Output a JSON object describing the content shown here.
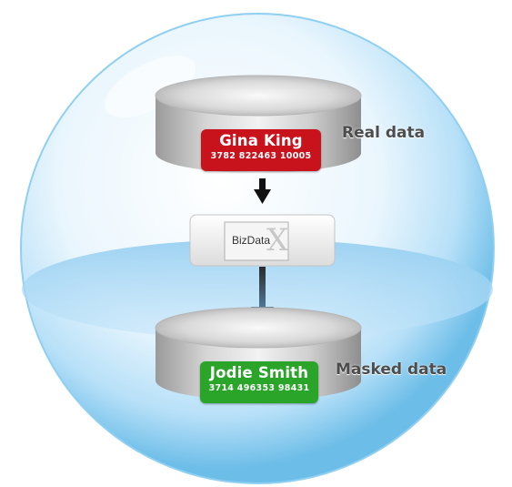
{
  "diagram": {
    "captions": {
      "real": "Real data",
      "masked": "Masked data"
    },
    "real_record": {
      "name": "Gina King",
      "number": "3782 822463 10005",
      "color": "#c8121c"
    },
    "masked_record": {
      "name": "Jodie Smith",
      "number": "3714 496353 98431",
      "color": "#2aa52a"
    },
    "tool_logo": {
      "word": "BizData",
      "mark": "X"
    },
    "colors": {
      "sphere": "#9fd4f4",
      "arrow_top": "#111111",
      "arrow_bottom": "#4a6e8a"
    }
  }
}
